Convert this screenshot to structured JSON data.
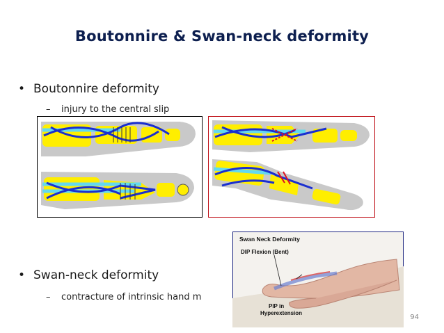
{
  "slide": {
    "title": "Boutonnire & Swan-neck deformity",
    "page_number": "94"
  },
  "bullets": [
    {
      "label": "Boutonnire deformity",
      "sub": "injury to the central slip"
    },
    {
      "label": "Swan-neck deformity",
      "sub": "contracture of intrinsic hand m"
    }
  ],
  "swan_figure": {
    "title": "Swan Neck Deformity",
    "label_dip": "DIP Flexion (Bent)",
    "label_pip_1": "PIP in",
    "label_pip_2": "Hyperextension"
  },
  "colors": {
    "title": "#0d1f4f",
    "bone": "#ffee00",
    "tendon_blue": "#1a2fd0",
    "tendon_cyan": "#63d9f0",
    "skin": "#c9c9c9",
    "frame_left": "#000000",
    "frame_right": "#c0121a",
    "frame_swan": "#1a237e"
  }
}
